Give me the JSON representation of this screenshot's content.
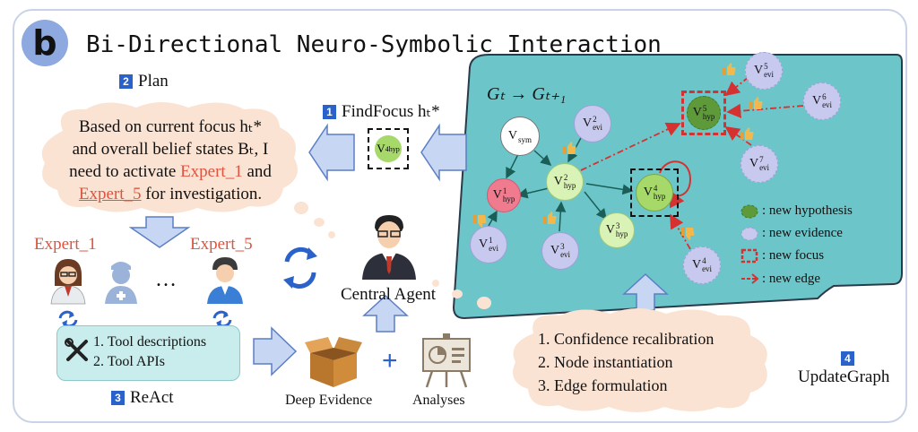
{
  "badge": "b",
  "title": "Bi-Directional Neuro-Symbolic Interaction",
  "steps": {
    "plan": {
      "num": "2",
      "label": "Plan"
    },
    "findfocus": {
      "num": "1",
      "label": "FindFocus hₜ*"
    },
    "react": {
      "num": "3",
      "label": "ReAct"
    },
    "update": {
      "num": "4",
      "label": "UpdateGraph"
    }
  },
  "plan_cloud": {
    "line1": "Based on current focus hₜ*",
    "line2": "and overall belief states Bₜ, I",
    "line3_pre": "need to activate ",
    "expert_a": "Expert_1",
    "line3_post": " and",
    "expert_b": "Expert_5",
    "line4_post": " for investigation."
  },
  "focus_node": {
    "main": "V",
    "sup": "4",
    "sub": "hyp"
  },
  "experts": {
    "left": "Expert_1",
    "right": "Expert_5",
    "ellipsis": "…"
  },
  "tools": {
    "item1": "1. Tool descriptions",
    "item2": "2. Tool APIs"
  },
  "central_agent": "Central Agent",
  "deep_evidence": "Deep Evidence",
  "plus": "+",
  "analyses": "Analyses",
  "update_cloud": {
    "item1": "1. Confidence recalibration",
    "item2": "2. Node instantiation",
    "item3": "3. Edge formulation"
  },
  "graph": {
    "title": "Gₜ → Gₜ₊₁",
    "nodes": [
      {
        "id": "vsym",
        "main": "V",
        "sup": "",
        "sub": "sym"
      },
      {
        "id": "v1hyp",
        "main": "V",
        "sup": "1",
        "sub": "hyp"
      },
      {
        "id": "v2hyp",
        "main": "V",
        "sup": "2",
        "sub": "hyp"
      },
      {
        "id": "v3hyp",
        "main": "V",
        "sup": "3",
        "sub": "hyp"
      },
      {
        "id": "v4hyp",
        "main": "V",
        "sup": "4",
        "sub": "hyp"
      },
      {
        "id": "v5hyp",
        "main": "V",
        "sup": "5",
        "sub": "hyp"
      },
      {
        "id": "v1evi",
        "main": "V",
        "sup": "1",
        "sub": "evi"
      },
      {
        "id": "v2evi",
        "main": "V",
        "sup": "2",
        "sub": "evi"
      },
      {
        "id": "v3evi",
        "main": "V",
        "sup": "3",
        "sub": "evi"
      },
      {
        "id": "v4evi",
        "main": "V",
        "sup": "4",
        "sub": "evi"
      },
      {
        "id": "v5evi",
        "main": "V",
        "sup": "5",
        "sub": "evi"
      },
      {
        "id": "v6evi",
        "main": "V",
        "sup": "6",
        "sub": "evi"
      },
      {
        "id": "v7evi",
        "main": "V",
        "sup": "7",
        "sub": "evi"
      }
    ],
    "legend": [
      {
        "key": "hypothesis",
        "label": ": new hypothesis"
      },
      {
        "key": "evidence",
        "label": ": new evidence"
      },
      {
        "key": "focus",
        "label": ": new focus"
      },
      {
        "key": "edge",
        "label": ": new edge"
      }
    ]
  },
  "colors": {
    "graph_panel": "#6cc6c9",
    "cloud": "#fbe3d3",
    "arrow": "#c7d7f3",
    "tool_box": "#c9ecec",
    "hyp_green": "#d9f2b5",
    "hyp_red": "#f07a8e",
    "evi_blue": "#c8c9ef",
    "focus_red": "#d63131",
    "expert_red": "#e0533f"
  }
}
